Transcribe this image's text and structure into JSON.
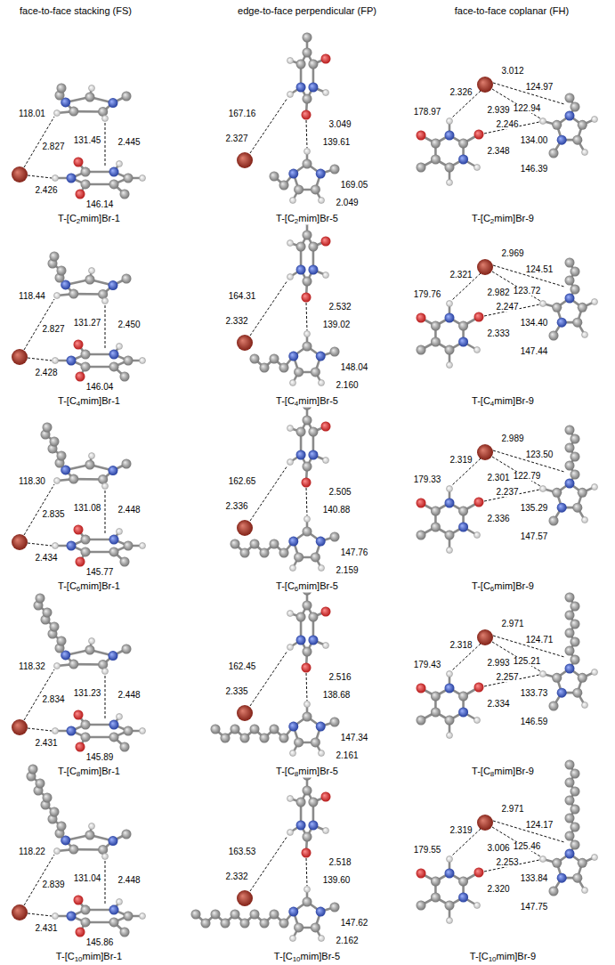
{
  "diagram": {
    "labels": [
      "face-to-face stacking (FS)",
      "edge-to-face perpendicular (FP)",
      "face-to-face coplanar (FH)",
      "118.01",
      "2.827",
      "131.45",
      "2.445",
      "2.426",
      "146.14",
      "T-[C2mim]Br-1",
      "167.16",
      "3.049",
      "2.327",
      "139.61",
      "169.05",
      "2.049",
      "T-[C2mim]Br-5",
      "3.012",
      "2.326",
      "124.97",
      "178.97",
      "122.94",
      "2.939",
      "2.246",
      "134.00",
      "2.348",
      "146.39",
      "T-[C2mim]Br-9",
      "118.44",
      "2.827",
      "131.27",
      "2.450",
      "2.428",
      "146.04",
      "T-[C4mim]Br-1",
      "164.31",
      "2.532",
      "2.332",
      "139.02",
      "148.04",
      "2.160",
      "T-[C4mim]Br-5",
      "2.969",
      "2.321",
      "124.51",
      "179.76",
      "123.72",
      "2.982",
      "2.247",
      "134.40",
      "2.333",
      "147.44",
      "T-[C4mim]Br-9",
      "118.30",
      "2.835",
      "131.08",
      "2.448",
      "2.434",
      "145.77",
      "T-[C6mim]Br-1",
      "162.65",
      "2.505",
      "2.336",
      "140.88",
      "147.76",
      "2.159",
      "T-[C6mim]Br-5",
      "2.989",
      "2.319",
      "123.50",
      "179.33",
      "122.79",
      "2.301",
      "2.237",
      "135.29",
      "2.336",
      "147.57",
      "T-[C6mim]Br-9",
      "118.32",
      "2.834",
      "131.23",
      "2.448",
      "2.431",
      "145.89",
      "T-[C8mim]Br-1",
      "162.45",
      "2.516",
      "2.335",
      "138.68",
      "147.34",
      "2.161",
      "T-[C8mim]Br-5",
      "2.971",
      "2.318",
      "124.71",
      "179.43",
      "125.21",
      "2.993",
      "2.257",
      "133.73",
      "2.334",
      "146.59",
      "T-[C8mim]Br-9",
      "118.22",
      "2.839",
      "131.04",
      "2.448",
      "2.431",
      "145.86",
      "T-[C10mim]Br-1",
      "163.53",
      "2.518",
      "2.332",
      "139.60",
      "147.62",
      "2.162",
      "T-[C10mim]Br-5",
      "2.971",
      "2.319",
      "124.17",
      "179.55",
      "125.46",
      "3.006",
      "2.253",
      "133.84",
      "2.320",
      "147.75",
      "T-[C10mim]Br-9"
    ]
  }
}
